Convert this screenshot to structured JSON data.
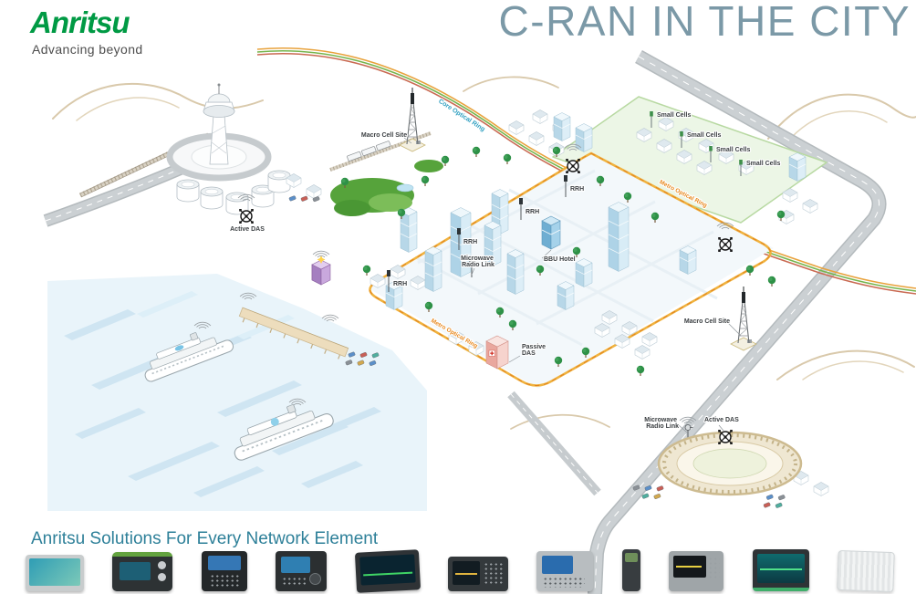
{
  "header": {
    "logo": "Anritsu",
    "tagline": "Advancing beyond",
    "title": "C-RAN IN THE CITY"
  },
  "colors": {
    "brand_green": "#009a44",
    "title_slate": "#7b99a7",
    "caption_teal": "#2e8099",
    "metro_ring_orange": "#e8891f",
    "core_ring_teal": "#2e9fc0"
  },
  "map": {
    "labels": [
      {
        "text": "Macro Cell Site"
      },
      {
        "text": "Core Optical Ring"
      },
      {
        "text": "Small Cells"
      },
      {
        "text": "Small Cells"
      },
      {
        "text": "Small Cells"
      },
      {
        "text": "Small Cells"
      },
      {
        "text": "RRH"
      },
      {
        "text": "RRH"
      },
      {
        "text": "RRH"
      },
      {
        "text": "RRH"
      },
      {
        "line1": "Microwave",
        "line2": "Radio Link"
      },
      {
        "text": "BBU Hotel"
      },
      {
        "text": "Active DAS"
      },
      {
        "text": "Metro Optical Ring"
      },
      {
        "text": "Metro Optical Ring"
      },
      {
        "line1": "Passive",
        "line2": "DAS"
      },
      {
        "text": "Macro Cell Site"
      },
      {
        "line1": "Microwave",
        "line2": "Radio Link"
      },
      {
        "text": "Active DAS"
      }
    ]
  },
  "footer": {
    "caption": "Anritsu Solutions For Every Network Element"
  }
}
